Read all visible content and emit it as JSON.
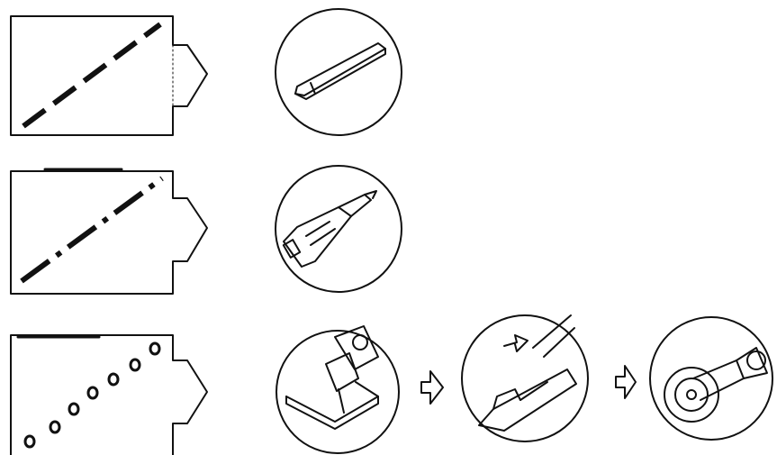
{
  "diagram": {
    "rows": [
      {
        "id": "row-1",
        "line_style": "dashed",
        "tools": [
          "chisel-icon"
        ]
      },
      {
        "id": "row-2",
        "line_style": "dash-dot",
        "tools": [
          "handheld-cutter-icon"
        ]
      },
      {
        "id": "row-3",
        "line_style": "dotted",
        "tools": [
          "drill-icon",
          "plane-icon",
          "grinder-icon"
        ]
      }
    ],
    "colors": {
      "ink": "#111111",
      "paper": "#ffffff"
    }
  }
}
